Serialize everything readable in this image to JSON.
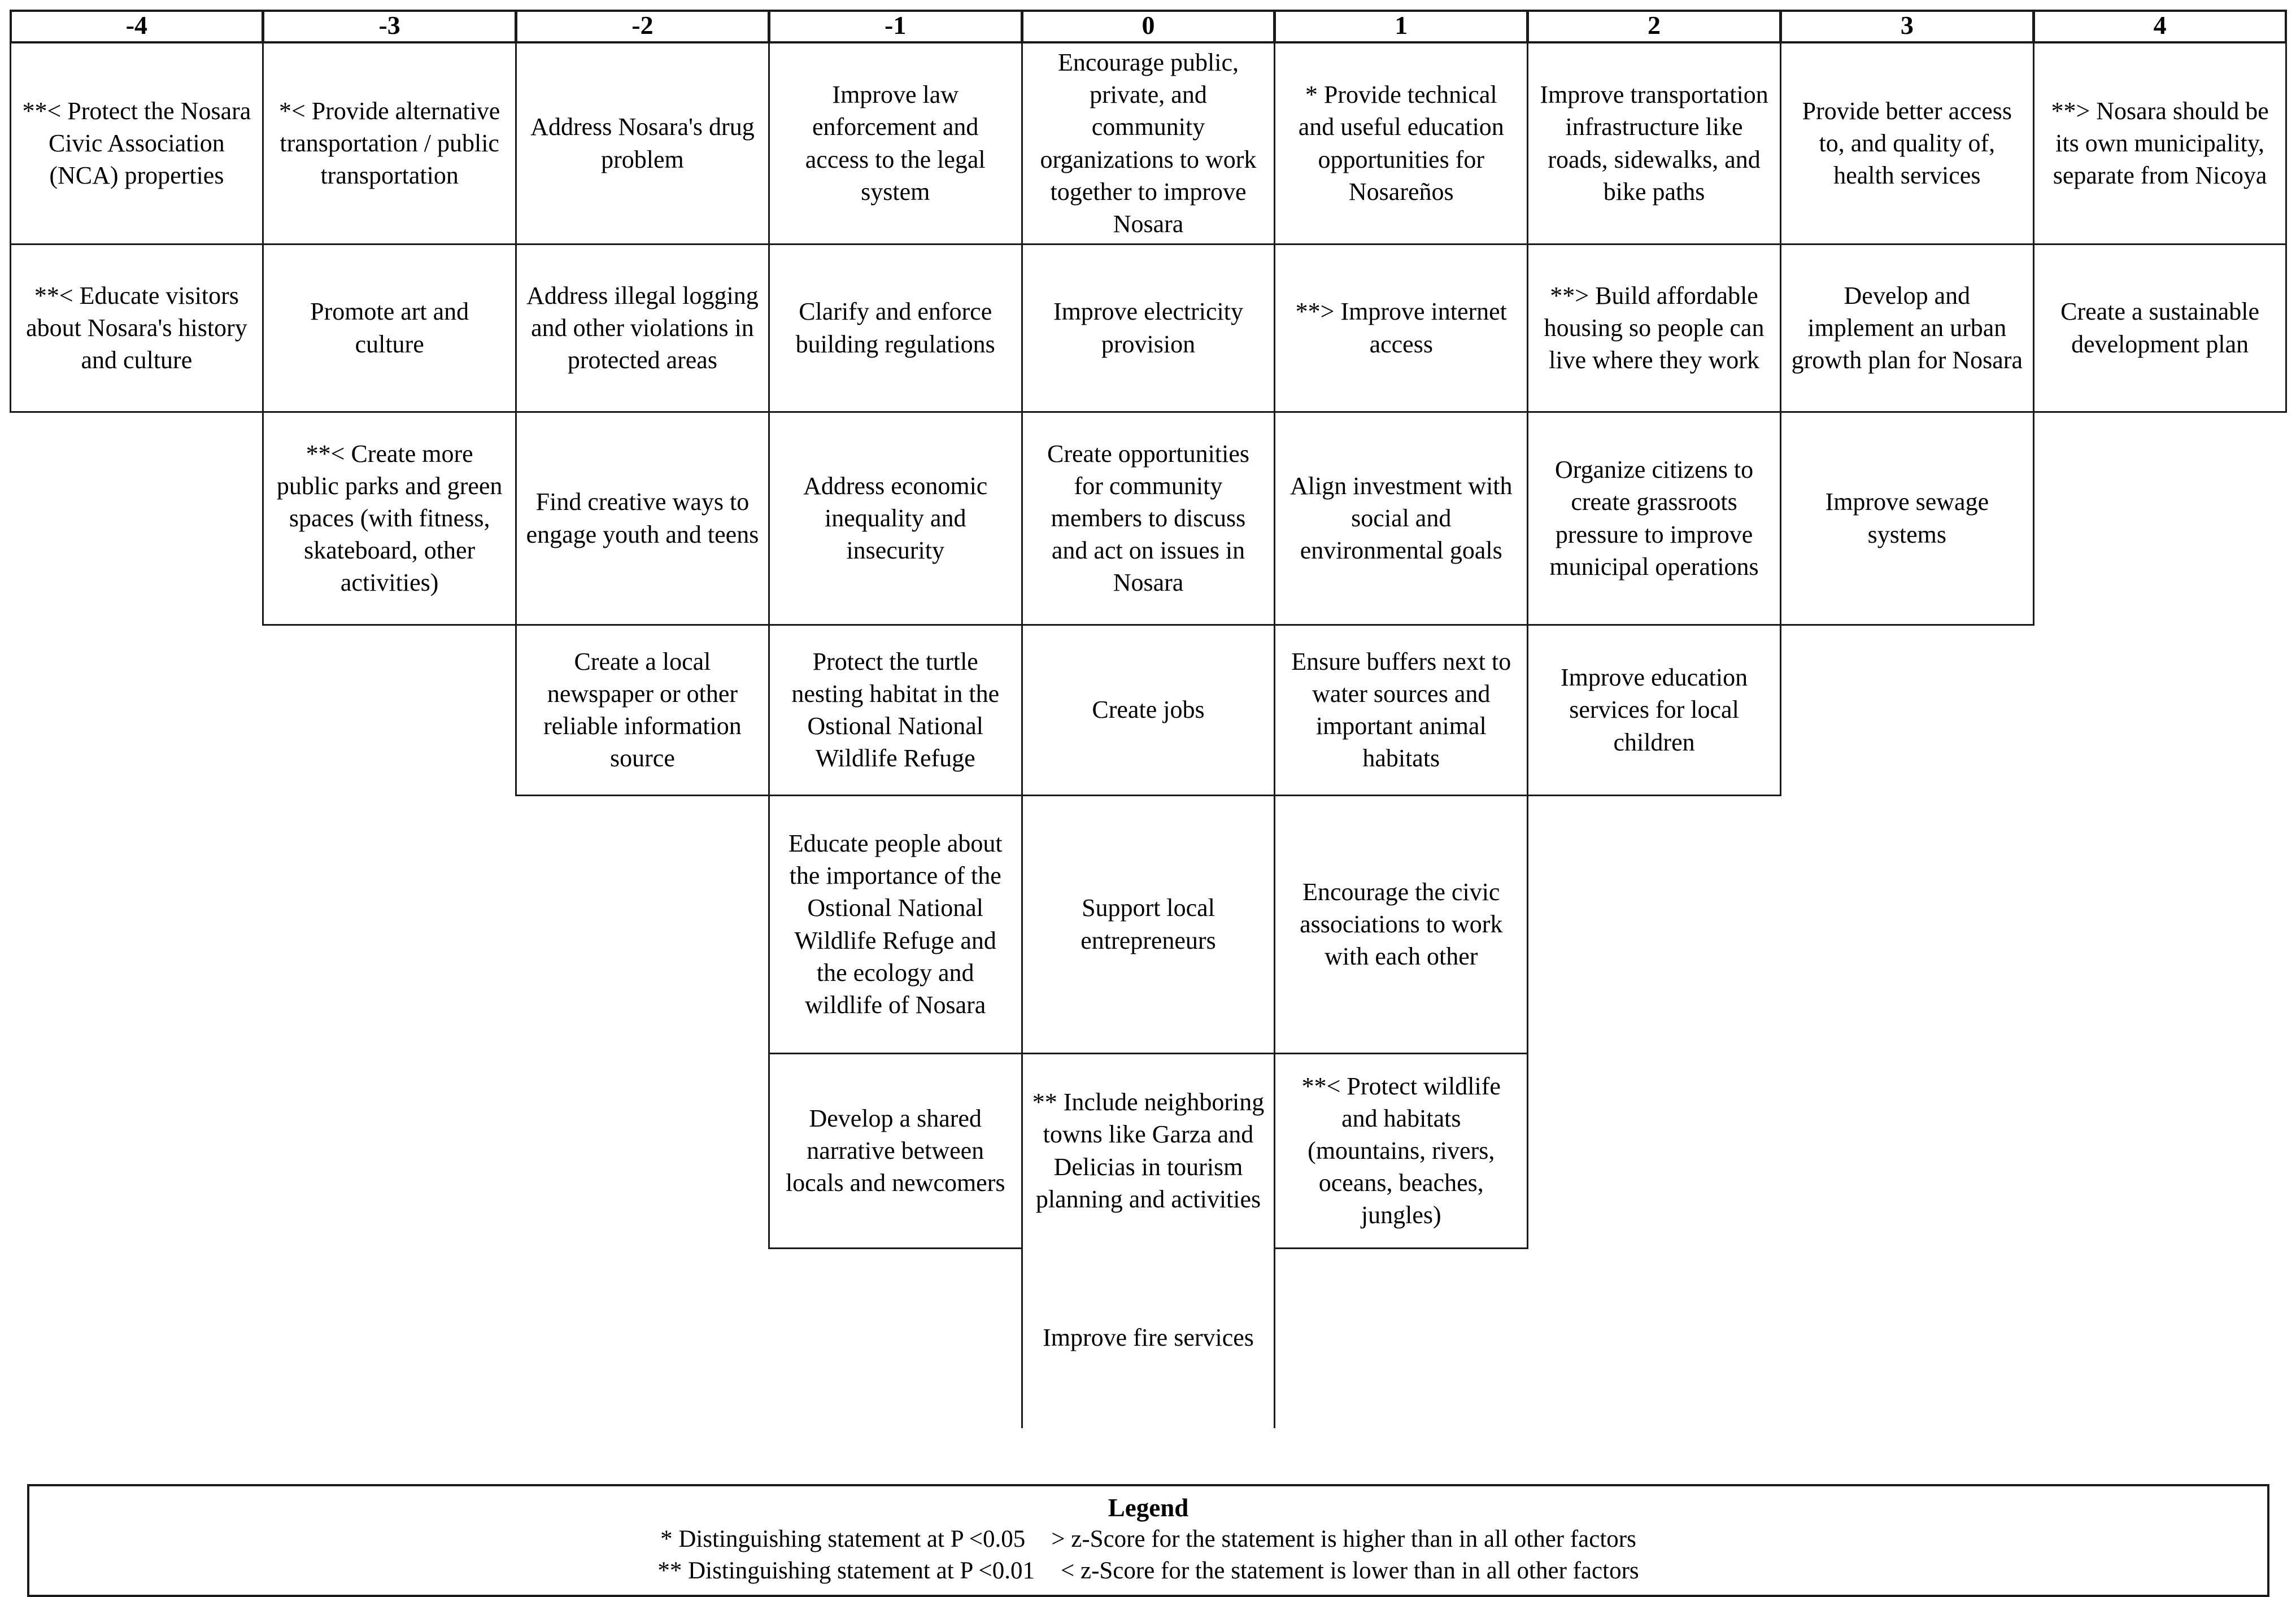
{
  "table": {
    "column_headers": [
      "-4",
      "-3",
      "-2",
      "-1",
      "0",
      "1",
      "2",
      "3",
      "4"
    ],
    "rows": [
      [
        "**< Protect the Nosara Civic Association (NCA) properties",
        "*< Provide alternative transportation / public transportation",
        "Address Nosara's drug problem",
        "Improve law enforcement and access to the legal system",
        "Encourage public, private, and community organizations to work together to improve Nosara",
        "* Provide technical and useful education opportunities for Nosareños",
        "Improve transportation infrastructure like roads, sidewalks, and bike paths",
        "Provide better access to, and quality of, health services",
        "**> Nosara should be its own municipality, separate from Nicoya"
      ],
      [
        "**< Educate visitors about Nosara's history and culture",
        "Promote art and culture",
        "Address illegal logging and other violations in protected areas",
        "Clarify and enforce building regulations",
        "Improve electricity provision",
        "**> Improve internet access",
        "**> Build affordable housing so people can live where they work",
        "Develop and implement an urban growth plan for Nosara",
        "Create a sustainable development plan"
      ],
      [
        "",
        "**< Create more public parks and green spaces (with fitness, skateboard, other activities)",
        "Find creative ways to engage youth and teens",
        "Address economic inequality and insecurity",
        "Create opportunities for community members to discuss and act on issues in Nosara",
        "Align investment with social and environmental goals",
        "Organize citizens to create grassroots pressure to improve municipal operations",
        "Improve sewage systems",
        ""
      ],
      [
        "",
        "",
        "Create a local newspaper or other reliable information source",
        "Protect the turtle nesting habitat in the Ostional National Wildlife Refuge",
        "Create jobs",
        "Ensure buffers next to water sources and important animal habitats",
        "Improve education services for local children",
        "",
        ""
      ],
      [
        "",
        "",
        "",
        "Educate people about the importance of the Ostional National Wildlife Refuge and the ecology and wildlife of Nosara",
        "Support local entrepreneurs",
        "Encourage the civic associations to work with each other",
        "",
        "",
        ""
      ],
      [
        "",
        "",
        "",
        "Develop a shared narrative between locals and newcomers",
        "** Include neighboring towns like Garza and Delicias in tourism planning and activities",
        "**< Protect wildlife and habitats (mountains, rivers, oceans, beaches, jungles)",
        "",
        "",
        ""
      ],
      [
        "",
        "",
        "",
        "",
        "Improve fire services",
        "",
        "",
        "",
        ""
      ]
    ]
  },
  "legend": {
    "title": "Legend",
    "line1_left": "* Distinguishing statement at P <0.05",
    "line1_right": ">  z-Score for the statement is higher than in all other factors",
    "line2_left": "** Distinguishing statement at P <0.01",
    "line2_right": "<  z-Score for the statement is lower than in all other factors"
  }
}
